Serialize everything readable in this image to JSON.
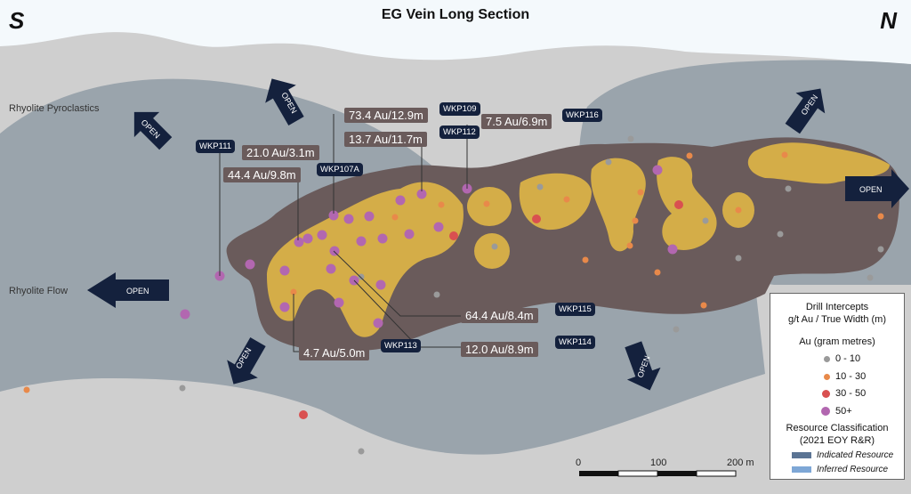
{
  "title": "EG Vein Long Section",
  "direction_left": "S",
  "direction_right": "N",
  "units": {
    "pyroclastics": "Rhyolite Pyroclastics",
    "flow": "Rhyolite Flow"
  },
  "open_label": "OPEN",
  "intercepts": [
    {
      "hole": "WKP111",
      "value": "21.0 Au/3.1m"
    },
    {
      "hole": "WKP107A",
      "value": "44.4 Au/9.8m"
    },
    {
      "hole": "WKP109",
      "value": "73.4 Au/12.9m"
    },
    {
      "hole": "WKP112",
      "value": "13.7 Au/11.7m"
    },
    {
      "hole": "WKP116",
      "value": "7.5 Au/6.9m"
    },
    {
      "hole": "WKP115",
      "value": "64.4 Au/8.4m"
    },
    {
      "hole": "WKP114",
      "value": "12.0 Au/8.9m"
    },
    {
      "hole": "WKP113",
      "value": "4.7 Au/5.0m"
    }
  ],
  "legend": {
    "title1": "Drill Intercepts",
    "title2": "g/t Au / True Width (m)",
    "au_title": "Au (gram metres)",
    "classes": [
      {
        "label": "0 - 10",
        "color": "#9a9a9a"
      },
      {
        "label": "10 - 30",
        "color": "#e8894a"
      },
      {
        "label": "30 - 50",
        "color": "#d95050"
      },
      {
        "label": "50+",
        "color": "#b267b0"
      }
    ],
    "res_title1": "Resource Classification",
    "res_title2": "(2021 EOY R&R)",
    "resources": [
      {
        "label": "Indicated Resource",
        "color": "#5b7494"
      },
      {
        "label": "Inferred Resource",
        "color": "#7ea7d6"
      }
    ]
  },
  "scale_bar": {
    "t0": "0",
    "t1": "100",
    "t2": "200 m"
  },
  "colors": {
    "sky": "#f4f9fc",
    "host": "#cfcfcf",
    "zone": "#9aa4ac",
    "vein": "#6a5b5b",
    "ore": "#d4ad48"
  }
}
